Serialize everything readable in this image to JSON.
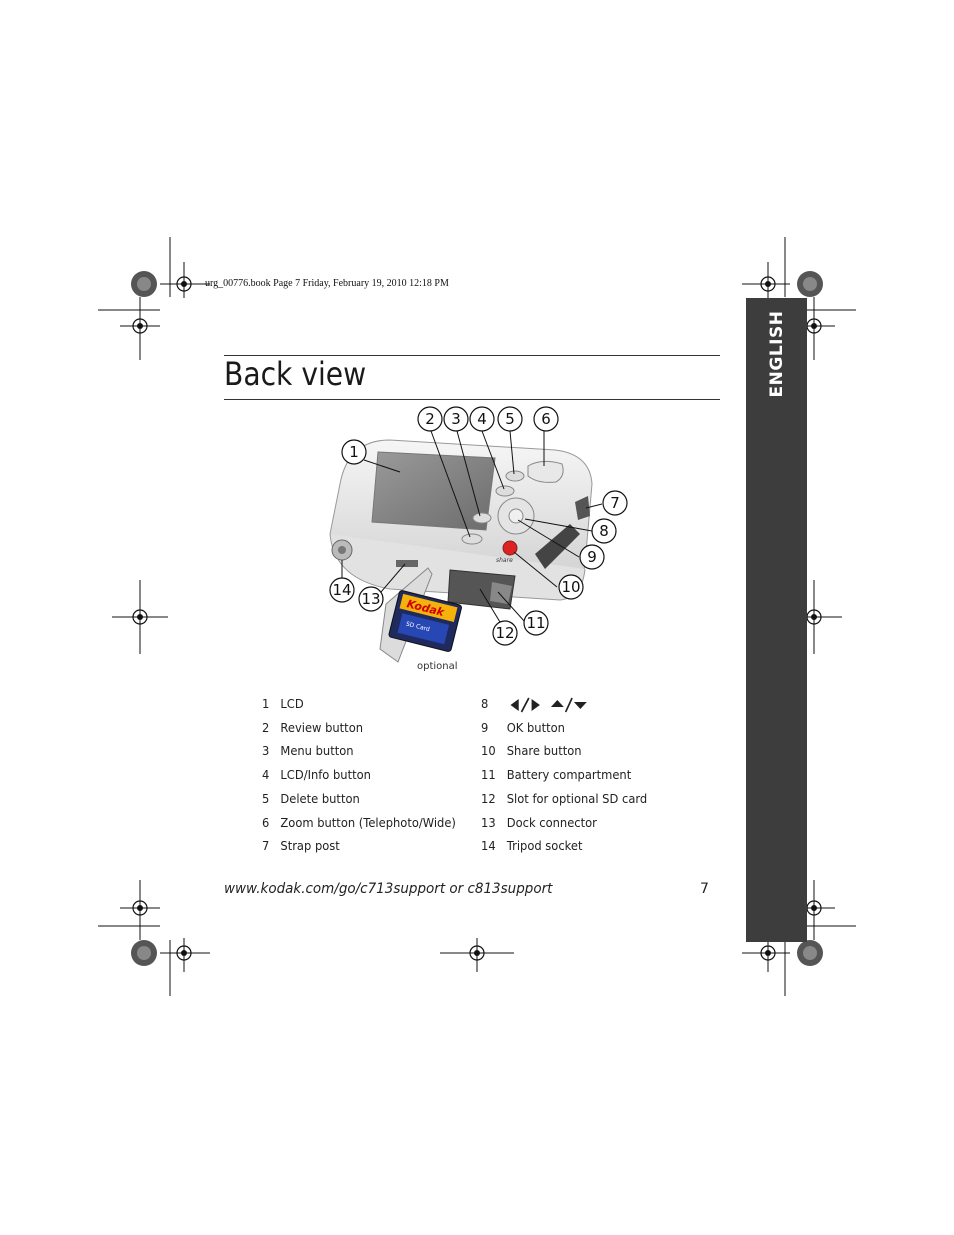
{
  "print_header": "urg_00776.book  Page 7  Friday, February 19, 2010  12:18 PM",
  "language_tab": "ENGLISH",
  "title": "Back view",
  "figure": {
    "callouts": [
      "1",
      "2",
      "3",
      "4",
      "5",
      "6",
      "7",
      "8",
      "9",
      "10",
      "11",
      "12",
      "13",
      "14"
    ],
    "optional_label": "optional",
    "card_brand": "Kodak",
    "card_sub": "SD Card"
  },
  "parts": [
    {
      "num": "1",
      "label": "LCD"
    },
    {
      "num": "2",
      "label": "Review button"
    },
    {
      "num": "3",
      "label": "Menu button"
    },
    {
      "num": "4",
      "label": "LCD/Info button"
    },
    {
      "num": "5",
      "label": "Delete button"
    },
    {
      "num": "6",
      "label": "Zoom button (Telephoto/Wide)"
    },
    {
      "num": "7",
      "label": "Strap post"
    },
    {
      "num": "8",
      "label": ""
    },
    {
      "num": "9",
      "label": "OK button"
    },
    {
      "num": "10",
      "label": "Share button"
    },
    {
      "num": "11",
      "label": "Battery compartment"
    },
    {
      "num": "12",
      "label": "Slot for optional SD card"
    },
    {
      "num": "13",
      "label": "Dock connector"
    },
    {
      "num": "14",
      "label": "Tripod socket"
    }
  ],
  "part8_icon": "left-right-up-down-arrows-icon",
  "footer": {
    "url": "www.kodak.com/go/c713support or c813support",
    "page": "7"
  }
}
